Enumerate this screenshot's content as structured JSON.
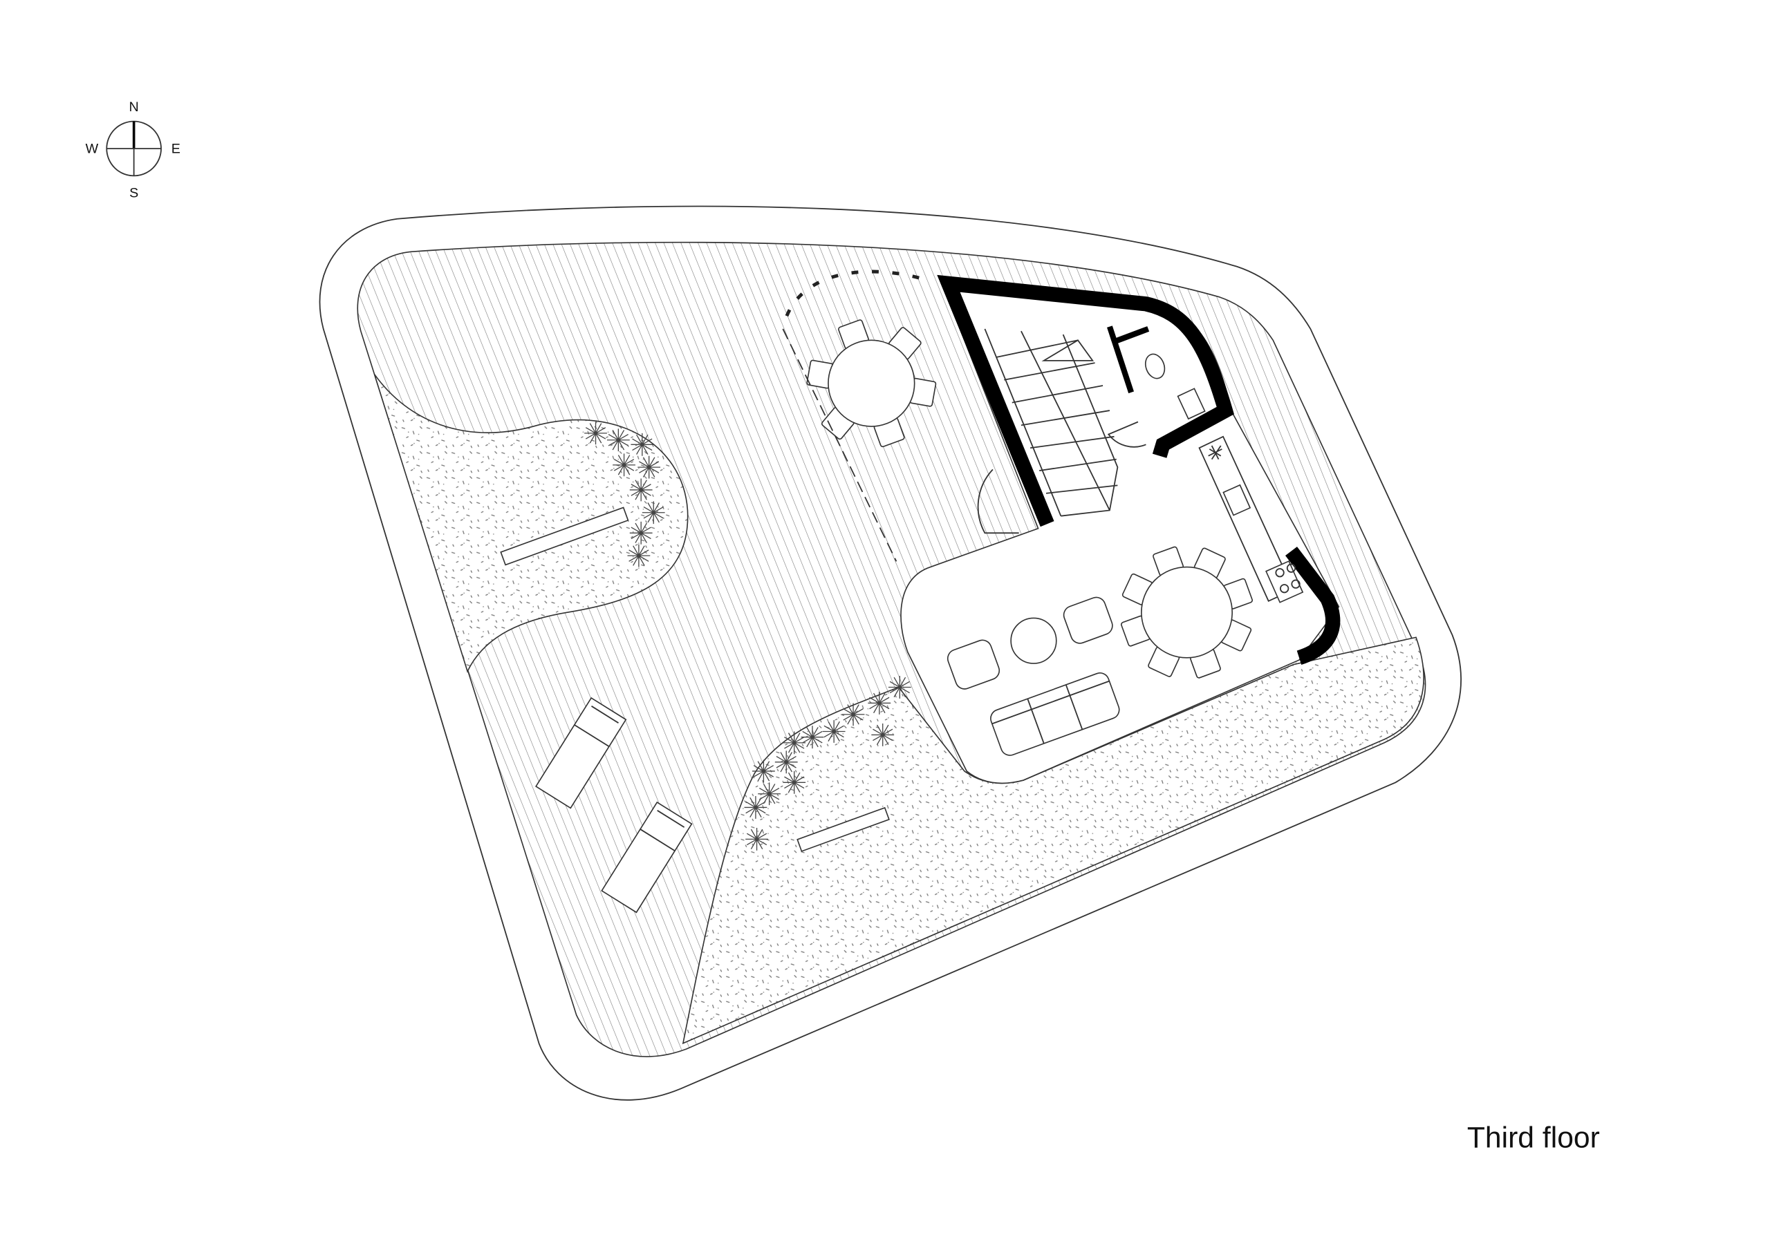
{
  "compass": {
    "north": "N",
    "south": "S",
    "east": "E",
    "west": "W"
  },
  "title": "Third floor",
  "colors": {
    "line": "#333333",
    "wall": "#000000",
    "background": "#ffffff"
  }
}
